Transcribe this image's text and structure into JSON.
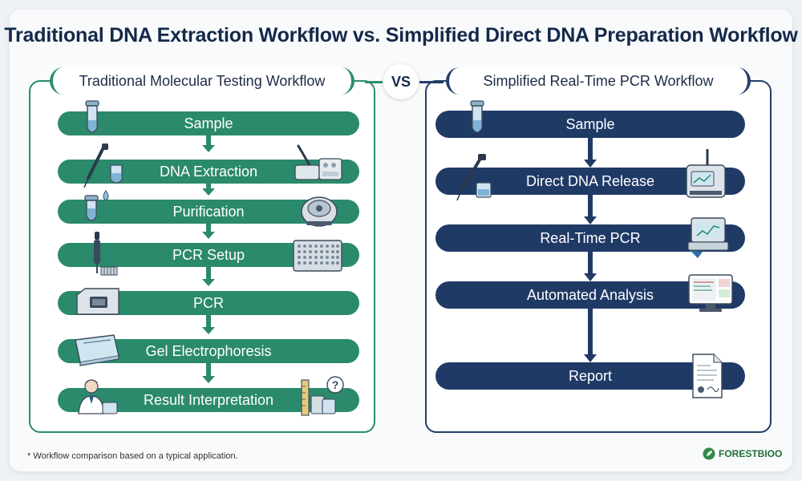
{
  "title": "Traditional DNA Extraction Workflow vs. Simplified Direct DNA Preparation Workflow",
  "vs_label": "VS",
  "left_panel": {
    "title": "Traditional Molecular Testing Workflow",
    "steps": [
      "Sample",
      "DNA Extraction",
      "Purification",
      "PCR Setup",
      "PCR",
      "Gel Electrophoresis",
      "Result Interpretation"
    ]
  },
  "right_panel": {
    "title": "Simplified Real-Time PCR Workflow",
    "steps": [
      "Sample",
      "Direct DNA Release",
      "Real-Time PCR",
      "Automated Analysis",
      "Report"
    ]
  },
  "footnote": "* Workflow comparison based on a typical application.",
  "brand": {
    "name_part1": "FOREST",
    "name_part2": "BIOO"
  },
  "colors": {
    "green": "#2b8a6c",
    "navy": "#203a66",
    "title": "#14294a"
  },
  "icons": [
    "tube-icon",
    "pipette-icon",
    "centrifuge-icon",
    "well-plate-icon",
    "thermocycler-icon",
    "gel-tray-icon",
    "scientist-icon",
    "ruler-question-icon",
    "monitor-chart-icon",
    "report-document-icon",
    "pcr-instrument-icon"
  ]
}
